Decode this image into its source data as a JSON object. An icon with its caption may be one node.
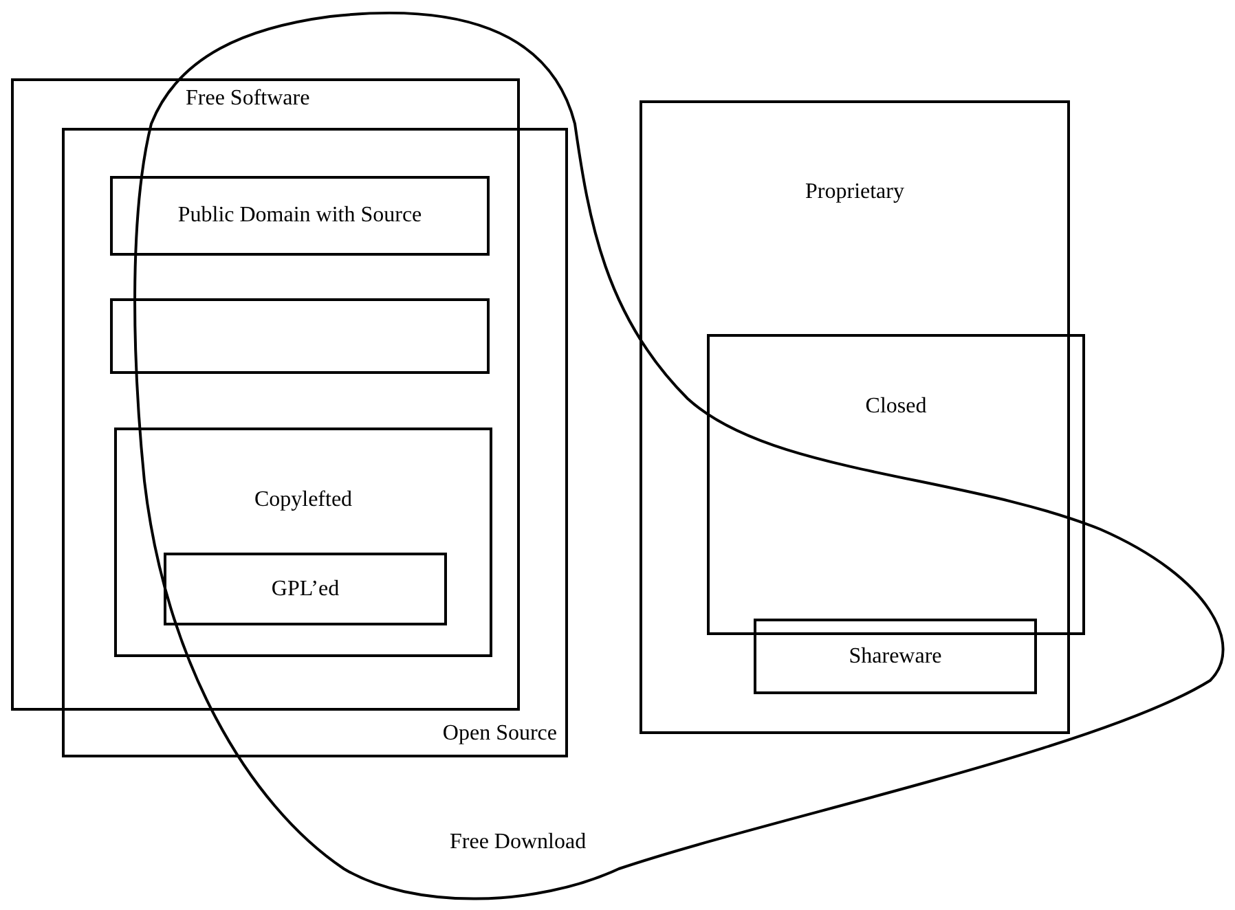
{
  "diagram": {
    "nodes": [
      {
        "text": [
          "Free Software"
        ]
      },
      {
        "text": [
          "Open Source"
        ]
      },
      {
        "text": [
          "Public Domain with Source"
        ],
        "in": 1
      },
      {
        "text": [],
        "shape": "box",
        "in": 1
      },
      {
        "text": [
          "Copylefted"
        ],
        "in": 1
      },
      {
        "text": [
          "GPL’ed"
        ],
        "in": 4
      },
      {
        "text": [
          "Proprietary"
        ]
      },
      {
        "text": [
          "Closed"
        ],
        "in": 6
      },
      {
        "text": [
          "Shareware"
        ],
        "in": 6
      },
      {
        "text": [
          "Free Download"
        ]
      }
    ]
  }
}
